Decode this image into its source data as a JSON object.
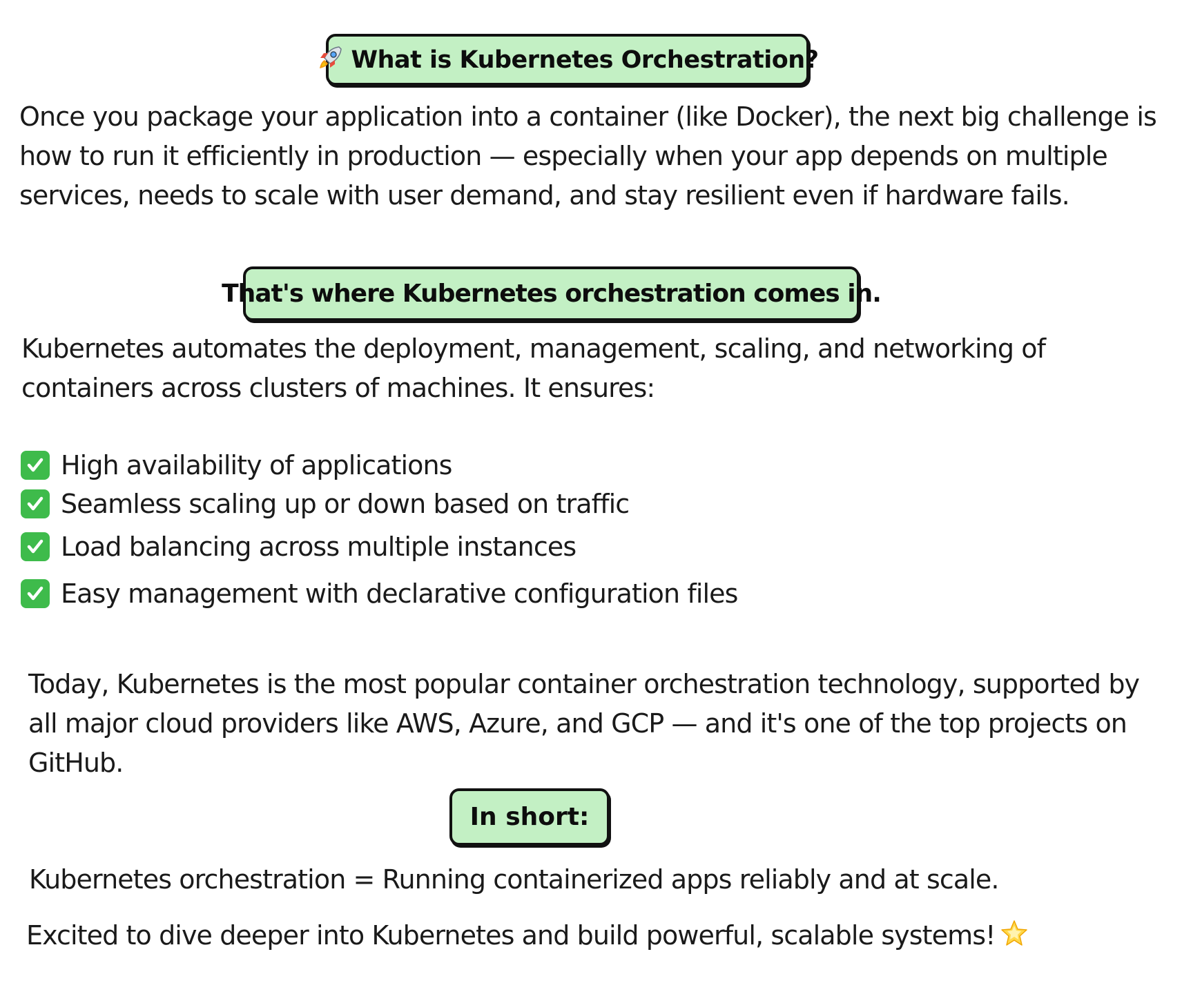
{
  "header": {
    "icon": "rocket-icon",
    "title": "What is Kubernetes Orchestration?"
  },
  "intro": "Once you package your application into a container (like Docker), the next big challenge is how to run it efficiently in production — especially when your app depends on multiple services, needs to scale with user demand, and stay resilient even if hardware fails.",
  "callout_where": "That's where Kubernetes orchestration comes in.",
  "automates": "Kubernetes automates the deployment, management, scaling, and networking of containers across clusters of machines. It ensures:",
  "benefits": {
    "icon": "checkmark-icon",
    "items": [
      "High availability of applications",
      "Seamless scaling up or down based on traffic",
      "Load balancing across multiple instances",
      "Easy management with declarative configuration files"
    ]
  },
  "popularity": "Today, Kubernetes is the most popular container orchestration technology, supported by all major cloud providers like AWS, Azure, and GCP — and it's one of the top projects on GitHub.",
  "summary": {
    "label": "In short:",
    "text": "Kubernetes orchestration = Running containerized apps reliably and at scale."
  },
  "closing": {
    "text": "Excited to dive deeper into Kubernetes and build powerful, scalable systems!",
    "icon": "glowing-star-icon"
  },
  "colors": {
    "callout_fill": "#c3f0c4",
    "callout_border": "#111111",
    "check_green": "#3ebb4b"
  }
}
